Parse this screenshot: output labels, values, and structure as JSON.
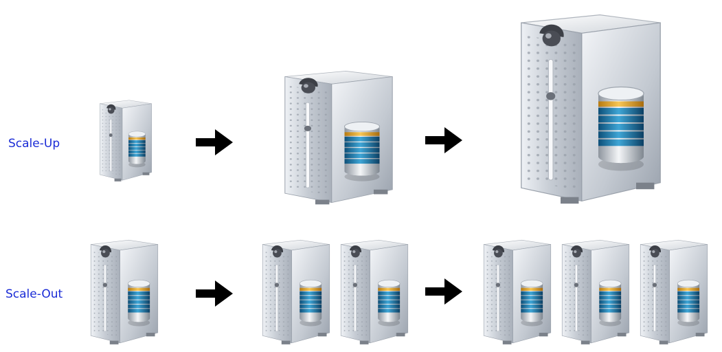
{
  "rows": {
    "scale_up": {
      "label": "Scale-Up",
      "stages": [
        1,
        1,
        1
      ]
    },
    "scale_out": {
      "label": "Scale-Out",
      "stages": [
        1,
        2,
        3
      ]
    }
  },
  "icons": {
    "server": "database-server-icon",
    "arrow": "right-arrow-icon"
  },
  "colors": {
    "label": "#1a2bd6",
    "server_body": "#c9ced6",
    "disk_blue": "#1f6f9f",
    "disk_gold": "#e2a62a",
    "arrow": "#000000"
  }
}
